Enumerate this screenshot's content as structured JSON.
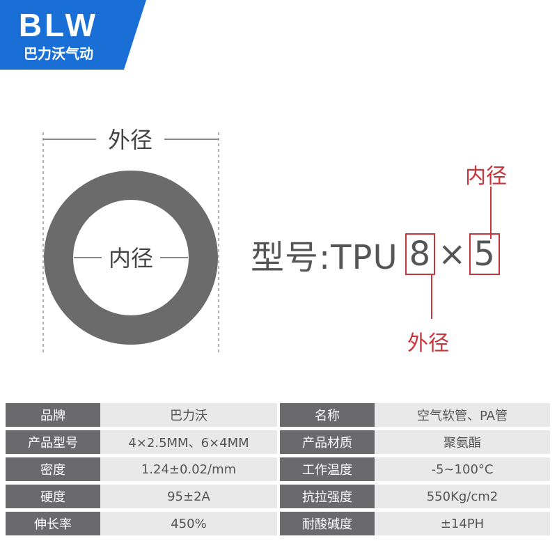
{
  "brand": {
    "logo_text": "BLW",
    "logo_sub": "巴力沃气动",
    "color": "#1a6fd6"
  },
  "diagram": {
    "outer_label": "外径",
    "inner_label": "内径",
    "ring_color": "#6b6b6c",
    "model_prefix": "型号:TPU",
    "model_outer_value": "8",
    "model_times": "×",
    "model_inner_value": "5",
    "callout_inner": "内径",
    "callout_outer": "外径",
    "accent": "#c8363d"
  },
  "specs_left": [
    {
      "key": "品牌",
      "value": "巴力沃"
    },
    {
      "key": "产品型号",
      "value": "4×2.5MM、6×4MM"
    },
    {
      "key": "密度",
      "value": "1.24±0.02/mm"
    },
    {
      "key": "硬度",
      "value": "95±2A"
    },
    {
      "key": "伸长率",
      "value": "450%"
    }
  ],
  "specs_right": [
    {
      "key": "名称",
      "value": "空气软管、PA管"
    },
    {
      "key": "产品材质",
      "value": "聚氨酯"
    },
    {
      "key": "工作温度",
      "value": "-5~100°C"
    },
    {
      "key": "抗拉强度",
      "value": "550Kg/cm2"
    },
    {
      "key": "耐酸碱度",
      "value": "±14PH"
    }
  ]
}
